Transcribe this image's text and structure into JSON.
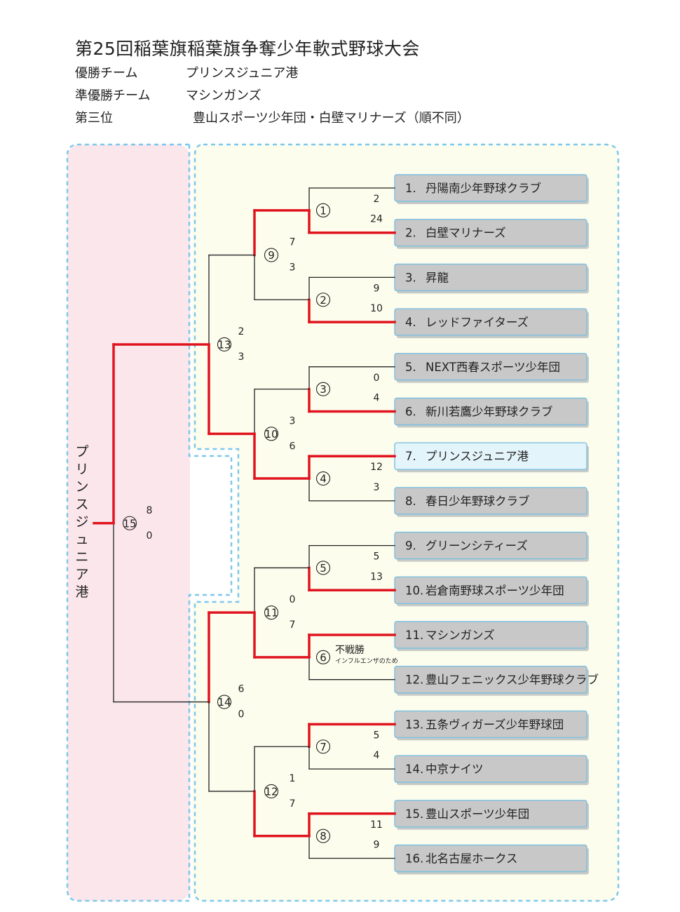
{
  "title": "第25回稲葉旗稲葉旗争奪少年軟式野球大会",
  "results": {
    "champion_label": "優勝チーム",
    "champion": "プリンスジュニア港",
    "runner_up_label": "準優勝チーム",
    "runner_up": "マシンガンズ",
    "third_label": "第三位",
    "third": "豊山スポーツ少年団・白壁マリナーズ（順不同）"
  },
  "overall_winner": "プリンスジュニア港",
  "teams": [
    {
      "seed": "1.",
      "name": "丹陽南少年野球クラブ",
      "highlight": false
    },
    {
      "seed": "2.",
      "name": "白壁マリナーズ",
      "highlight": false
    },
    {
      "seed": "3.",
      "name": "昇龍",
      "highlight": false
    },
    {
      "seed": "4.",
      "name": "レッドファイターズ",
      "highlight": false
    },
    {
      "seed": "5.",
      "name": "NEXT西春スポーツ少年団",
      "highlight": false
    },
    {
      "seed": "6.",
      "name": "新川若鷹少年野球クラブ",
      "highlight": false
    },
    {
      "seed": "7.",
      "name": "プリンスジュニア港",
      "highlight": true
    },
    {
      "seed": "8.",
      "name": "春日少年野球クラブ",
      "highlight": false
    },
    {
      "seed": "9.",
      "name": "グリーンシティーズ",
      "highlight": false
    },
    {
      "seed": "10.",
      "name": "岩倉南野球スポーツ少年団",
      "highlight": false
    },
    {
      "seed": "11.",
      "name": "マシンガンズ",
      "highlight": false
    },
    {
      "seed": "12.",
      "name": "豊山フェニックス少年野球クラブ",
      "highlight": false
    },
    {
      "seed": "13.",
      "name": "五条ヴィガーズ少年野球団",
      "highlight": false
    },
    {
      "seed": "14.",
      "name": "中京ナイツ",
      "highlight": false
    },
    {
      "seed": "15.",
      "name": "豊山スポーツ少年団",
      "highlight": false
    },
    {
      "seed": "16.",
      "name": "北名古屋ホークス",
      "highlight": false
    }
  ],
  "round1": [
    {
      "label": "①",
      "scores": [
        "2",
        "24"
      ],
      "winner": 1
    },
    {
      "label": "②",
      "scores": [
        "9",
        "10"
      ],
      "winner": 1
    },
    {
      "label": "③",
      "scores": [
        "0",
        "4"
      ],
      "winner": 1
    },
    {
      "label": "④",
      "scores": [
        "12",
        "3"
      ],
      "winner": 0
    },
    {
      "label": "⑤",
      "scores": [
        "5",
        "13"
      ],
      "winner": 1
    },
    {
      "label": "⑥",
      "scores": [
        "",
        ""
      ],
      "winner": 0,
      "note": "不戦勝",
      "subnote": "インフルエンザのため"
    },
    {
      "label": "⑦",
      "scores": [
        "5",
        "4"
      ],
      "winner": 0
    },
    {
      "label": "⑧",
      "scores": [
        "11",
        "9"
      ],
      "winner": 0
    }
  ],
  "round2": [
    {
      "label": "⑨",
      "scores": [
        "7",
        "3"
      ],
      "winner": 0
    },
    {
      "label": "⑩",
      "scores": [
        "3",
        "6"
      ],
      "winner": 1
    },
    {
      "label": "⑪",
      "scores": [
        "0",
        "7"
      ],
      "winner": 1
    },
    {
      "label": "⑫",
      "scores": [
        "1",
        "7"
      ],
      "winner": 1
    }
  ],
  "round3": [
    {
      "label": "⑬",
      "scores": [
        "2",
        "3"
      ],
      "winner": 1
    },
    {
      "label": "⑭",
      "scores": [
        "6",
        "0"
      ],
      "winner": 0
    }
  ],
  "final": {
    "label": "⑮",
    "scores": [
      "8",
      "0"
    ],
    "winner": 0
  },
  "colors": {
    "win_line": "#e0141e",
    "lose_line": "#222222",
    "left_panel": "#fbe6ec",
    "right_panel": "#fdfdee",
    "dashed_border": "#7ec8ec",
    "team_box": "#c8c8c8",
    "team_box_highlight": "#e4f4fb",
    "team_box_border": "#7bbfe0"
  }
}
